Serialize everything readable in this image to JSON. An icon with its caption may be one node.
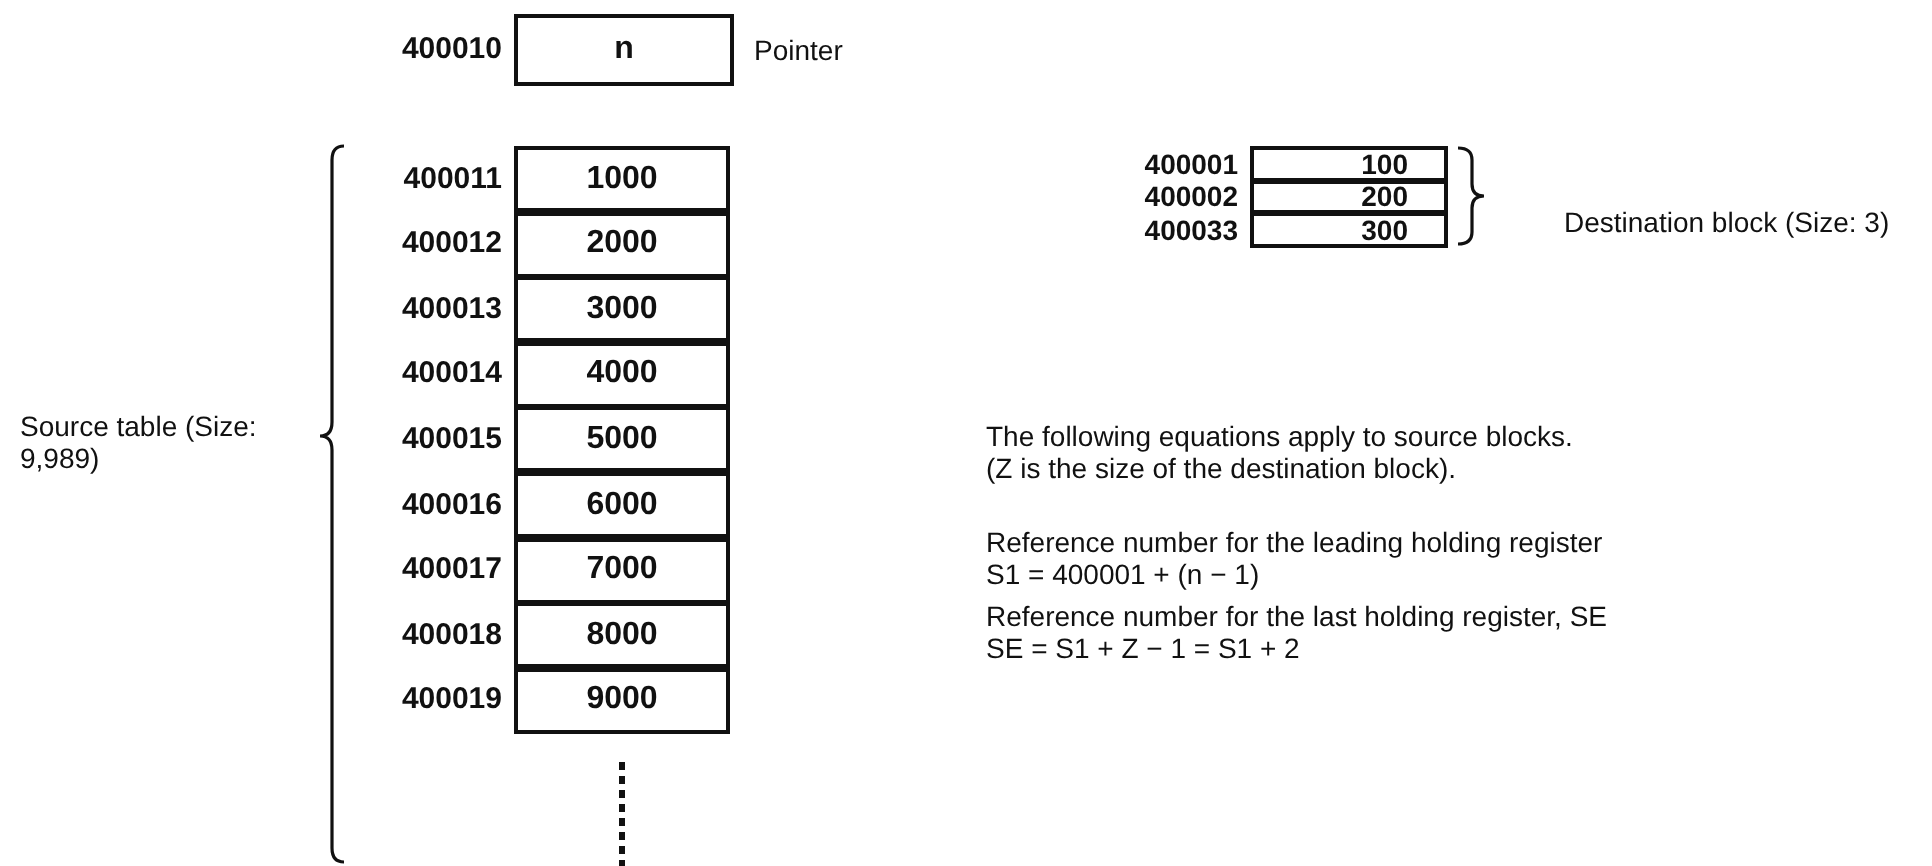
{
  "diagram": {
    "nodes": [
      {
        "text": [
          "n"
        ],
        "beside": [
          "400010",
          "Pointer"
        ]
      },
      {
        "text": [
          "1000"
        ],
        "beside": [
          "400011"
        ]
      },
      {
        "text": [
          "2000"
        ],
        "beside": [
          "400012"
        ]
      },
      {
        "text": [
          "3000"
        ],
        "beside": [
          "400013"
        ]
      },
      {
        "text": [
          "4000"
        ],
        "beside": [
          "400014"
        ]
      },
      {
        "text": [
          "5000"
        ],
        "beside": [
          "400015"
        ]
      },
      {
        "text": [
          "6000"
        ],
        "beside": [
          "400016"
        ]
      },
      {
        "text": [
          "7000"
        ],
        "beside": [
          "400017"
        ]
      },
      {
        "text": [
          "8000"
        ],
        "beside": [
          "400018"
        ]
      },
      {
        "text": [
          "9000"
        ],
        "beside": [
          "400019"
        ]
      },
      {
        "text": [
          "100"
        ],
        "beside": [
          "400001"
        ]
      },
      {
        "text": [
          "200"
        ],
        "beside": [
          "400002"
        ]
      },
      {
        "text": [
          "300"
        ],
        "beside": [
          "400033"
        ]
      }
    ],
    "labels": [
      "Source table (Size: 9,989)",
      "Destination block (Size: 3)",
      "The following equations apply to source blocks.",
      "(Z is the size of the destination block).",
      "Reference number for the leading holding register",
      "S1 = 400001 + (n − 1)",
      "Reference number for the last holding register, SE",
      "SE = S1 + Z − 1 = S1 + 2"
    ]
  }
}
